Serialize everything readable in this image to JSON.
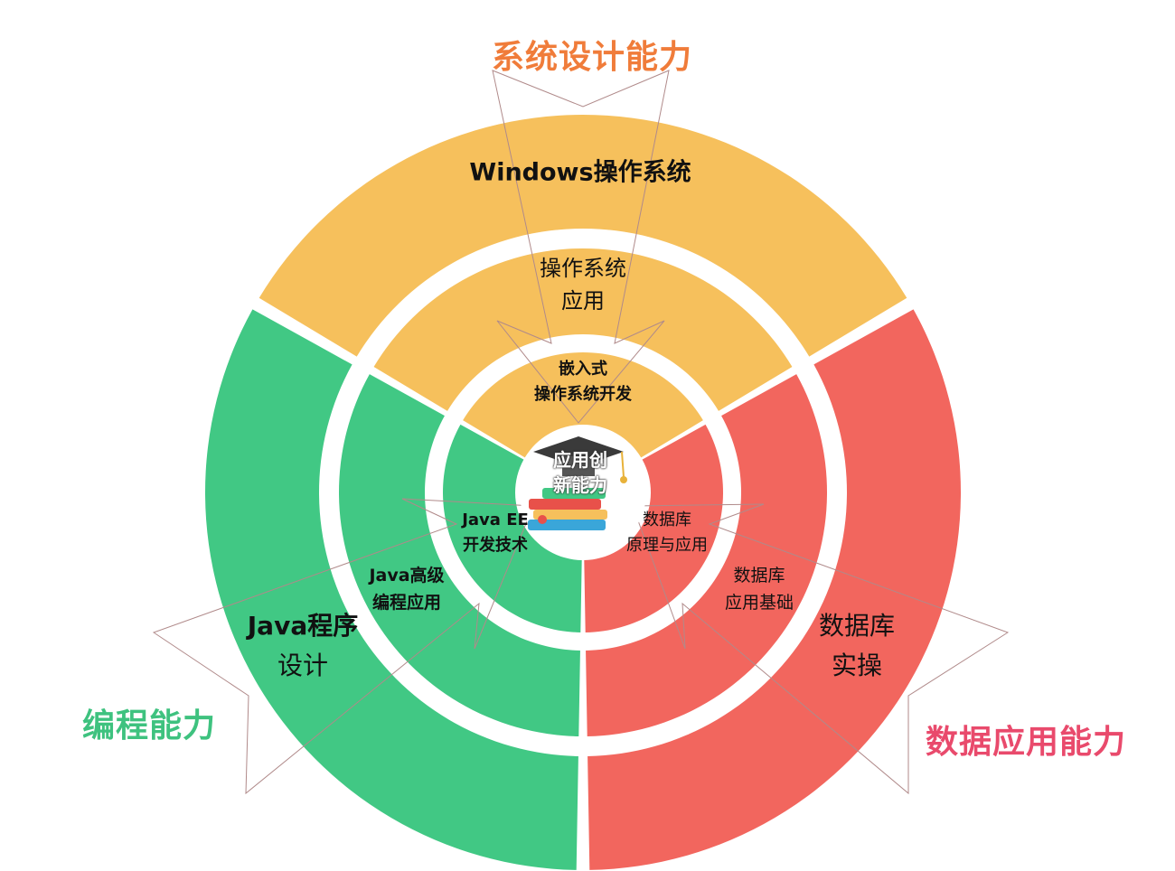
{
  "colors": {
    "system": "#f6c05c",
    "programming": "#41c884",
    "data": "#f2665e",
    "system_title": "#f07c3a",
    "programming_title": "#3ec27f",
    "data_title": "#e94a6c",
    "callout_stroke": "#b08a8a"
  },
  "center": {
    "line1": "应用创",
    "line2": "新能力",
    "icon": "books-graduation-cap-icon"
  },
  "sectors": {
    "system": {
      "title": "系统设计能力",
      "outer": "Windows操作系统",
      "middle_line1": "操作系统",
      "middle_line2": "应用",
      "inner_line1": "嵌入式",
      "inner_line2": "操作系统开发"
    },
    "programming": {
      "title": "编程能力",
      "outer_line1": "Java程序",
      "outer_line2": "设计",
      "middle_line1": "Java高级",
      "middle_line2": "编程应用",
      "inner_line1": "Java EE",
      "inner_line2": "开发技术"
    },
    "data": {
      "title": "数据应用能力",
      "outer_line1": "数据库",
      "outer_line2": "实操",
      "middle_line1": "数据库",
      "middle_line2": "应用基础",
      "inner_line1": "数据库",
      "inner_line2": "原理与应用"
    }
  }
}
